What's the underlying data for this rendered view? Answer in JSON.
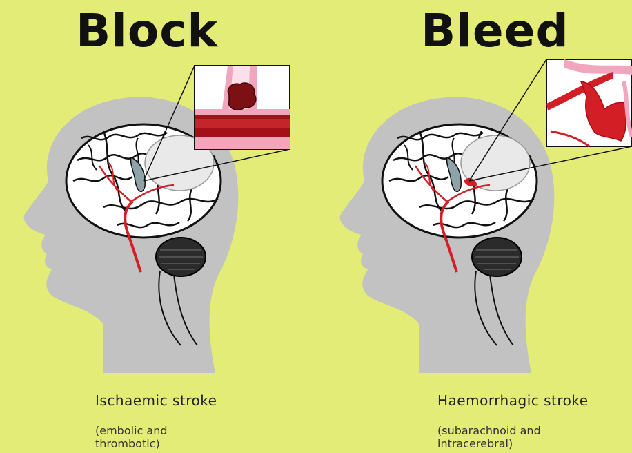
{
  "block": {
    "heading": "Block",
    "caption": "Ischaemic stroke",
    "subcaption": "(embolic and thrombotic)"
  },
  "bleed": {
    "heading": "Bleed",
    "caption": "Haemorrhagic stroke",
    "subcaption": "(subarachnoid and intracerebral)"
  },
  "colors": {
    "background": "#e4ec78",
    "head_silhouette": "#c2c2c2",
    "artery": "#d21e24",
    "vessel_wall": "#f2a6bd"
  }
}
